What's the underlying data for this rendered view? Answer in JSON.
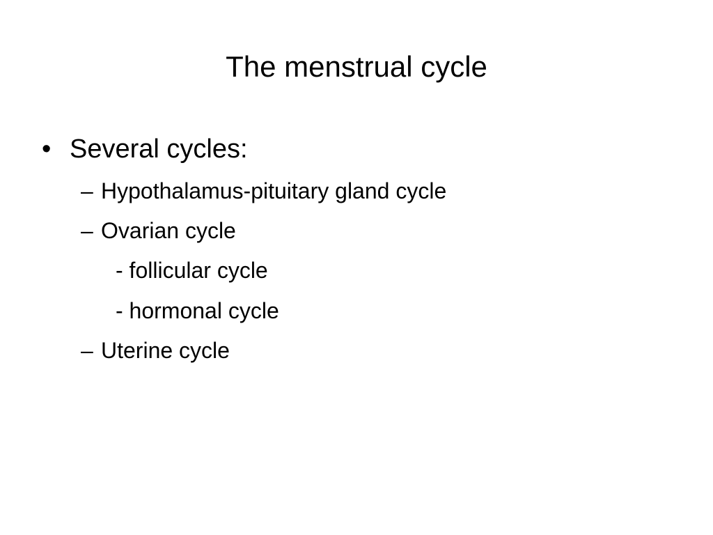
{
  "slide": {
    "title": "The menstrual cycle",
    "bullet": {
      "marker": "•",
      "text": "Several cycles:"
    },
    "items": [
      {
        "marker": "–",
        "text": "Hypothalamus-pituitary gland cycle"
      },
      {
        "marker": "–",
        "text": "Ovarian cycle"
      },
      {
        "marker": "",
        "text": "- follicular cycle"
      },
      {
        "marker": "",
        "text": "- hormonal cycle"
      },
      {
        "marker": "–",
        "text": "Uterine cycle"
      }
    ]
  }
}
